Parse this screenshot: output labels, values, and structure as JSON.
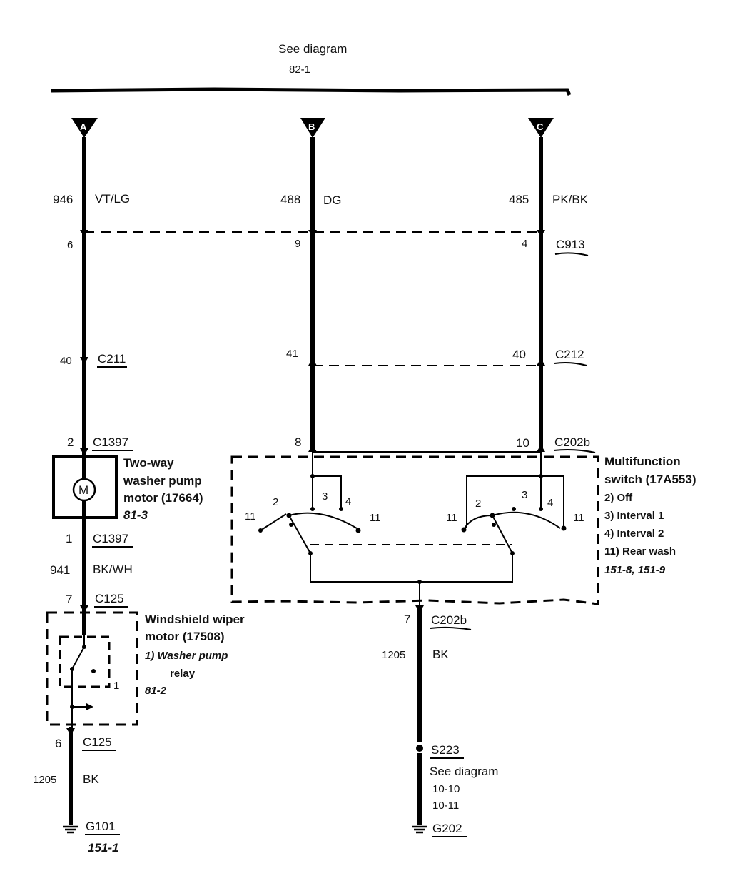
{
  "header": {
    "see_diagram": "See diagram",
    "ref": "82-1"
  },
  "tags": [
    "A",
    "B",
    "C"
  ],
  "wires": [
    {
      "circuit": "946",
      "color": "VT/LG"
    },
    {
      "circuit": "488",
      "color": "DG"
    },
    {
      "circuit": "485",
      "color": "PK/BK"
    }
  ],
  "connectors": {
    "c913": {
      "name": "C913",
      "pins": [
        "6",
        "9",
        "4"
      ]
    },
    "c211": {
      "name": "C211",
      "pin": "40"
    },
    "c212": {
      "name": "C212",
      "pins": [
        "41",
        "40"
      ]
    },
    "c1397_top": {
      "name": "C1397",
      "pin": "2"
    },
    "c202b_top": {
      "name": "C202b",
      "pins": [
        "8",
        "10"
      ]
    },
    "c1397_bot": {
      "name": "C1397",
      "pin": "1"
    },
    "c125_top": {
      "name": "C125",
      "pin": "7"
    },
    "c125_bot": {
      "name": "C125",
      "pin": "6"
    },
    "c202b_bot": {
      "name": "C202b",
      "pin": "7"
    }
  },
  "pump_motor": {
    "line1": "Two-way",
    "line2": "washer pump",
    "line3": "motor (17664)",
    "ref": "81-3",
    "symbol": "M"
  },
  "wire_941": {
    "circuit": "941",
    "color": "BK/WH"
  },
  "wiper_motor": {
    "line1": "Windshield wiper",
    "line2": "motor (17508)",
    "relay_line1": "1)   Washer pump",
    "relay_line2": "relay",
    "ref": "81-2",
    "relay_pin": "1"
  },
  "ground_left": {
    "circuit": "1205",
    "color": "BK",
    "name": "G101",
    "ref": "151-1"
  },
  "mf_switch": {
    "line1": "Multifunction",
    "line2": "switch (17A553)",
    "pos2": "2)    Off",
    "pos3": "3)    Interval 1",
    "pos4": "4)    Interval 2",
    "pos11": "11)  Rear wash",
    "ref": "151-8, 151-9",
    "left_pins": [
      "11",
      "2",
      "3",
      "4",
      "11"
    ],
    "right_pins": [
      "11",
      "2",
      "3",
      "4",
      "11"
    ]
  },
  "ground_right": {
    "circuit": "1205",
    "color": "BK",
    "splice": "S223",
    "see": "See diagram",
    "ref1": "10-10",
    "ref2": "10-11",
    "name": "G202"
  }
}
